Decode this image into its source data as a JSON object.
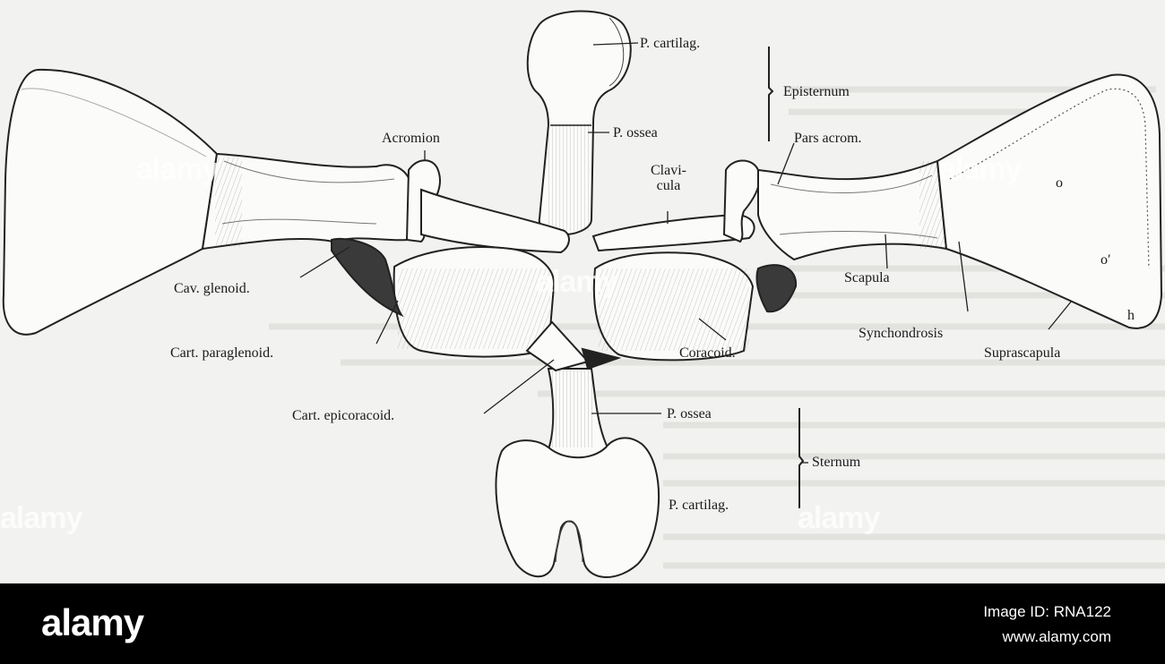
{
  "labels": {
    "p_cartilag_top": "P. cartilag.",
    "episternum": "Episternum",
    "acromion": "Acromion",
    "p_ossea_top": "P. ossea",
    "pars_acrom": "Pars acrom.",
    "clavicula_1": "Clavi-",
    "clavicula_2": "cula",
    "o": "o",
    "o_prime": "o′",
    "h": "h",
    "cav_glenoid": "Cav. glenoid.",
    "scapula": "Scapula",
    "synchondrosis": "Synchondrosis",
    "cart_paraglenoid": "Cart. paraglenoid.",
    "coracoid": "Coracoid.",
    "suprascapula": "Suprascapula",
    "cart_epicoracoid": "Cart. epicoracoid.",
    "p_ossea_bottom": "P. ossea",
    "sternum": "Sternum",
    "p_cartilag_bottom": "P. cartilag."
  },
  "watermark": {
    "text": "alamy",
    "image_id": "Image ID: RNA122",
    "url": "www.alamy.com"
  }
}
